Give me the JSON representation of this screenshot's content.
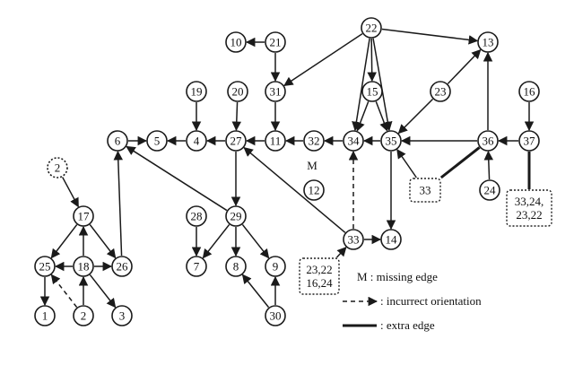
{
  "nodes": [
    {
      "id": "n22",
      "label": "22"
    },
    {
      "id": "n13",
      "label": "13"
    },
    {
      "id": "n10",
      "label": "10"
    },
    {
      "id": "n21",
      "label": "21"
    },
    {
      "id": "n31",
      "label": "31"
    },
    {
      "id": "n19",
      "label": "19"
    },
    {
      "id": "n20",
      "label": "20"
    },
    {
      "id": "n15",
      "label": "15"
    },
    {
      "id": "n23",
      "label": "23"
    },
    {
      "id": "n16",
      "label": "16"
    },
    {
      "id": "n6",
      "label": "6"
    },
    {
      "id": "n5",
      "label": "5"
    },
    {
      "id": "n4",
      "label": "4"
    },
    {
      "id": "n27",
      "label": "27"
    },
    {
      "id": "n11",
      "label": "11"
    },
    {
      "id": "n32",
      "label": "32"
    },
    {
      "id": "n34",
      "label": "34"
    },
    {
      "id": "n35",
      "label": "35"
    },
    {
      "id": "n36",
      "label": "36"
    },
    {
      "id": "n37",
      "label": "37"
    },
    {
      "id": "n12",
      "label": "12"
    },
    {
      "id": "n2a",
      "label": "2",
      "style": "dotted"
    },
    {
      "id": "n17",
      "label": "17"
    },
    {
      "id": "n24",
      "label": "24"
    },
    {
      "id": "n28",
      "label": "28"
    },
    {
      "id": "n29",
      "label": "29"
    },
    {
      "id": "n25",
      "label": "25"
    },
    {
      "id": "n18",
      "label": "18"
    },
    {
      "id": "n26",
      "label": "26"
    },
    {
      "id": "n33",
      "label": "33"
    },
    {
      "id": "n14",
      "label": "14"
    },
    {
      "id": "n7",
      "label": "7"
    },
    {
      "id": "n8",
      "label": "8"
    },
    {
      "id": "n9",
      "label": "9"
    },
    {
      "id": "n1",
      "label": "1"
    },
    {
      "id": "n2",
      "label": "2"
    },
    {
      "id": "n3",
      "label": "3"
    },
    {
      "id": "n30",
      "label": "30"
    }
  ],
  "boxes": [
    {
      "id": "b33",
      "lines": [
        "33"
      ]
    },
    {
      "id": "b3324",
      "lines": [
        "33,24,",
        "23,22"
      ]
    },
    {
      "id": "b2322",
      "lines": [
        "23,22",
        "16,24"
      ]
    }
  ],
  "edges": [
    {
      "from": "n21",
      "to": "n10",
      "kind": "arrow"
    },
    {
      "from": "n21",
      "to": "n31",
      "kind": "arrow"
    },
    {
      "from": "n22",
      "to": "n31",
      "kind": "arrow"
    },
    {
      "from": "n22",
      "to": "n13",
      "kind": "arrow"
    },
    {
      "from": "n22",
      "to": "n15",
      "kind": "arrow"
    },
    {
      "from": "n22",
      "to": "n34",
      "kind": "arrow"
    },
    {
      "from": "n22",
      "to": "n35",
      "kind": "arrow"
    },
    {
      "from": "n15",
      "to": "n34",
      "kind": "arrow"
    },
    {
      "from": "n15",
      "to": "n35",
      "kind": "arrow"
    },
    {
      "from": "n23",
      "to": "n13",
      "kind": "arrow"
    },
    {
      "from": "n23",
      "to": "n35",
      "kind": "arrow"
    },
    {
      "from": "n36",
      "to": "n13",
      "kind": "arrow"
    },
    {
      "from": "n16",
      "to": "n37",
      "kind": "arrow"
    },
    {
      "from": "n37",
      "to": "n36",
      "kind": "arrow"
    },
    {
      "from": "n36",
      "to": "n35",
      "kind": "arrow"
    },
    {
      "from": "n24",
      "to": "n36",
      "kind": "arrow"
    },
    {
      "from": "n19",
      "to": "n4",
      "kind": "arrow"
    },
    {
      "from": "n20",
      "to": "n27",
      "kind": "arrow"
    },
    {
      "from": "n31",
      "to": "n11",
      "kind": "arrow"
    },
    {
      "from": "n4",
      "to": "n5",
      "kind": "arrow"
    },
    {
      "from": "n27",
      "to": "n4",
      "kind": "arrow"
    },
    {
      "from": "n11",
      "to": "n27",
      "kind": "arrow"
    },
    {
      "from": "n32",
      "to": "n11",
      "kind": "arrow"
    },
    {
      "from": "n34",
      "to": "n32",
      "kind": "arrow"
    },
    {
      "from": "n35",
      "to": "n34",
      "kind": "arrow"
    },
    {
      "from": "n35",
      "to": "n14",
      "kind": "arrow"
    },
    {
      "from": "n6",
      "to": "n5",
      "kind": "arrow"
    },
    {
      "from": "n29",
      "to": "n6",
      "kind": "arrow"
    },
    {
      "from": "n27",
      "to": "n29",
      "kind": "arrow"
    },
    {
      "from": "n33",
      "to": "n27",
      "kind": "arrow"
    },
    {
      "from": "n33",
      "to": "n34",
      "kind": "dashed"
    },
    {
      "from": "n33",
      "to": "n14",
      "kind": "arrow"
    },
    {
      "from": "b2322",
      "to": "n33",
      "kind": "arrow"
    },
    {
      "from": "b33",
      "to": "n36",
      "kind": "thick"
    },
    {
      "from": "b33",
      "to": "n35",
      "kind": "arrow"
    },
    {
      "from": "n37",
      "to": "b3324",
      "kind": "thick"
    },
    {
      "from": "n2a",
      "to": "n17",
      "kind": "arrow"
    },
    {
      "from": "n17",
      "to": "n25",
      "kind": "arrow"
    },
    {
      "from": "n17",
      "to": "n26",
      "kind": "arrow"
    },
    {
      "from": "n18",
      "to": "n17",
      "kind": "arrow"
    },
    {
      "from": "n18",
      "to": "n25",
      "kind": "arrow"
    },
    {
      "from": "n18",
      "to": "n26",
      "kind": "arrow"
    },
    {
      "from": "n18",
      "to": "n3",
      "kind": "arrow"
    },
    {
      "from": "n26",
      "to": "n6",
      "kind": "arrow"
    },
    {
      "from": "n25",
      "to": "n1",
      "kind": "arrow"
    },
    {
      "from": "n2",
      "to": "n25",
      "kind": "dashed"
    },
    {
      "from": "n2",
      "to": "n18",
      "kind": "arrow"
    },
    {
      "from": "n28",
      "to": "n7",
      "kind": "arrow"
    },
    {
      "from": "n29",
      "to": "n7",
      "kind": "arrow"
    },
    {
      "from": "n29",
      "to": "n8",
      "kind": "arrow"
    },
    {
      "from": "n29",
      "to": "n9",
      "kind": "arrow"
    },
    {
      "from": "n30",
      "to": "n8",
      "kind": "arrow"
    },
    {
      "from": "n30",
      "to": "n9",
      "kind": "arrow"
    }
  ],
  "free_labels": [
    {
      "id": "label-m",
      "text": "M"
    }
  ],
  "legend": [
    {
      "kind": "none",
      "text": "M : missing edge"
    },
    {
      "kind": "dashed",
      "text": ": incurrect orientation"
    },
    {
      "kind": "thick",
      "text": ": extra edge"
    }
  ]
}
